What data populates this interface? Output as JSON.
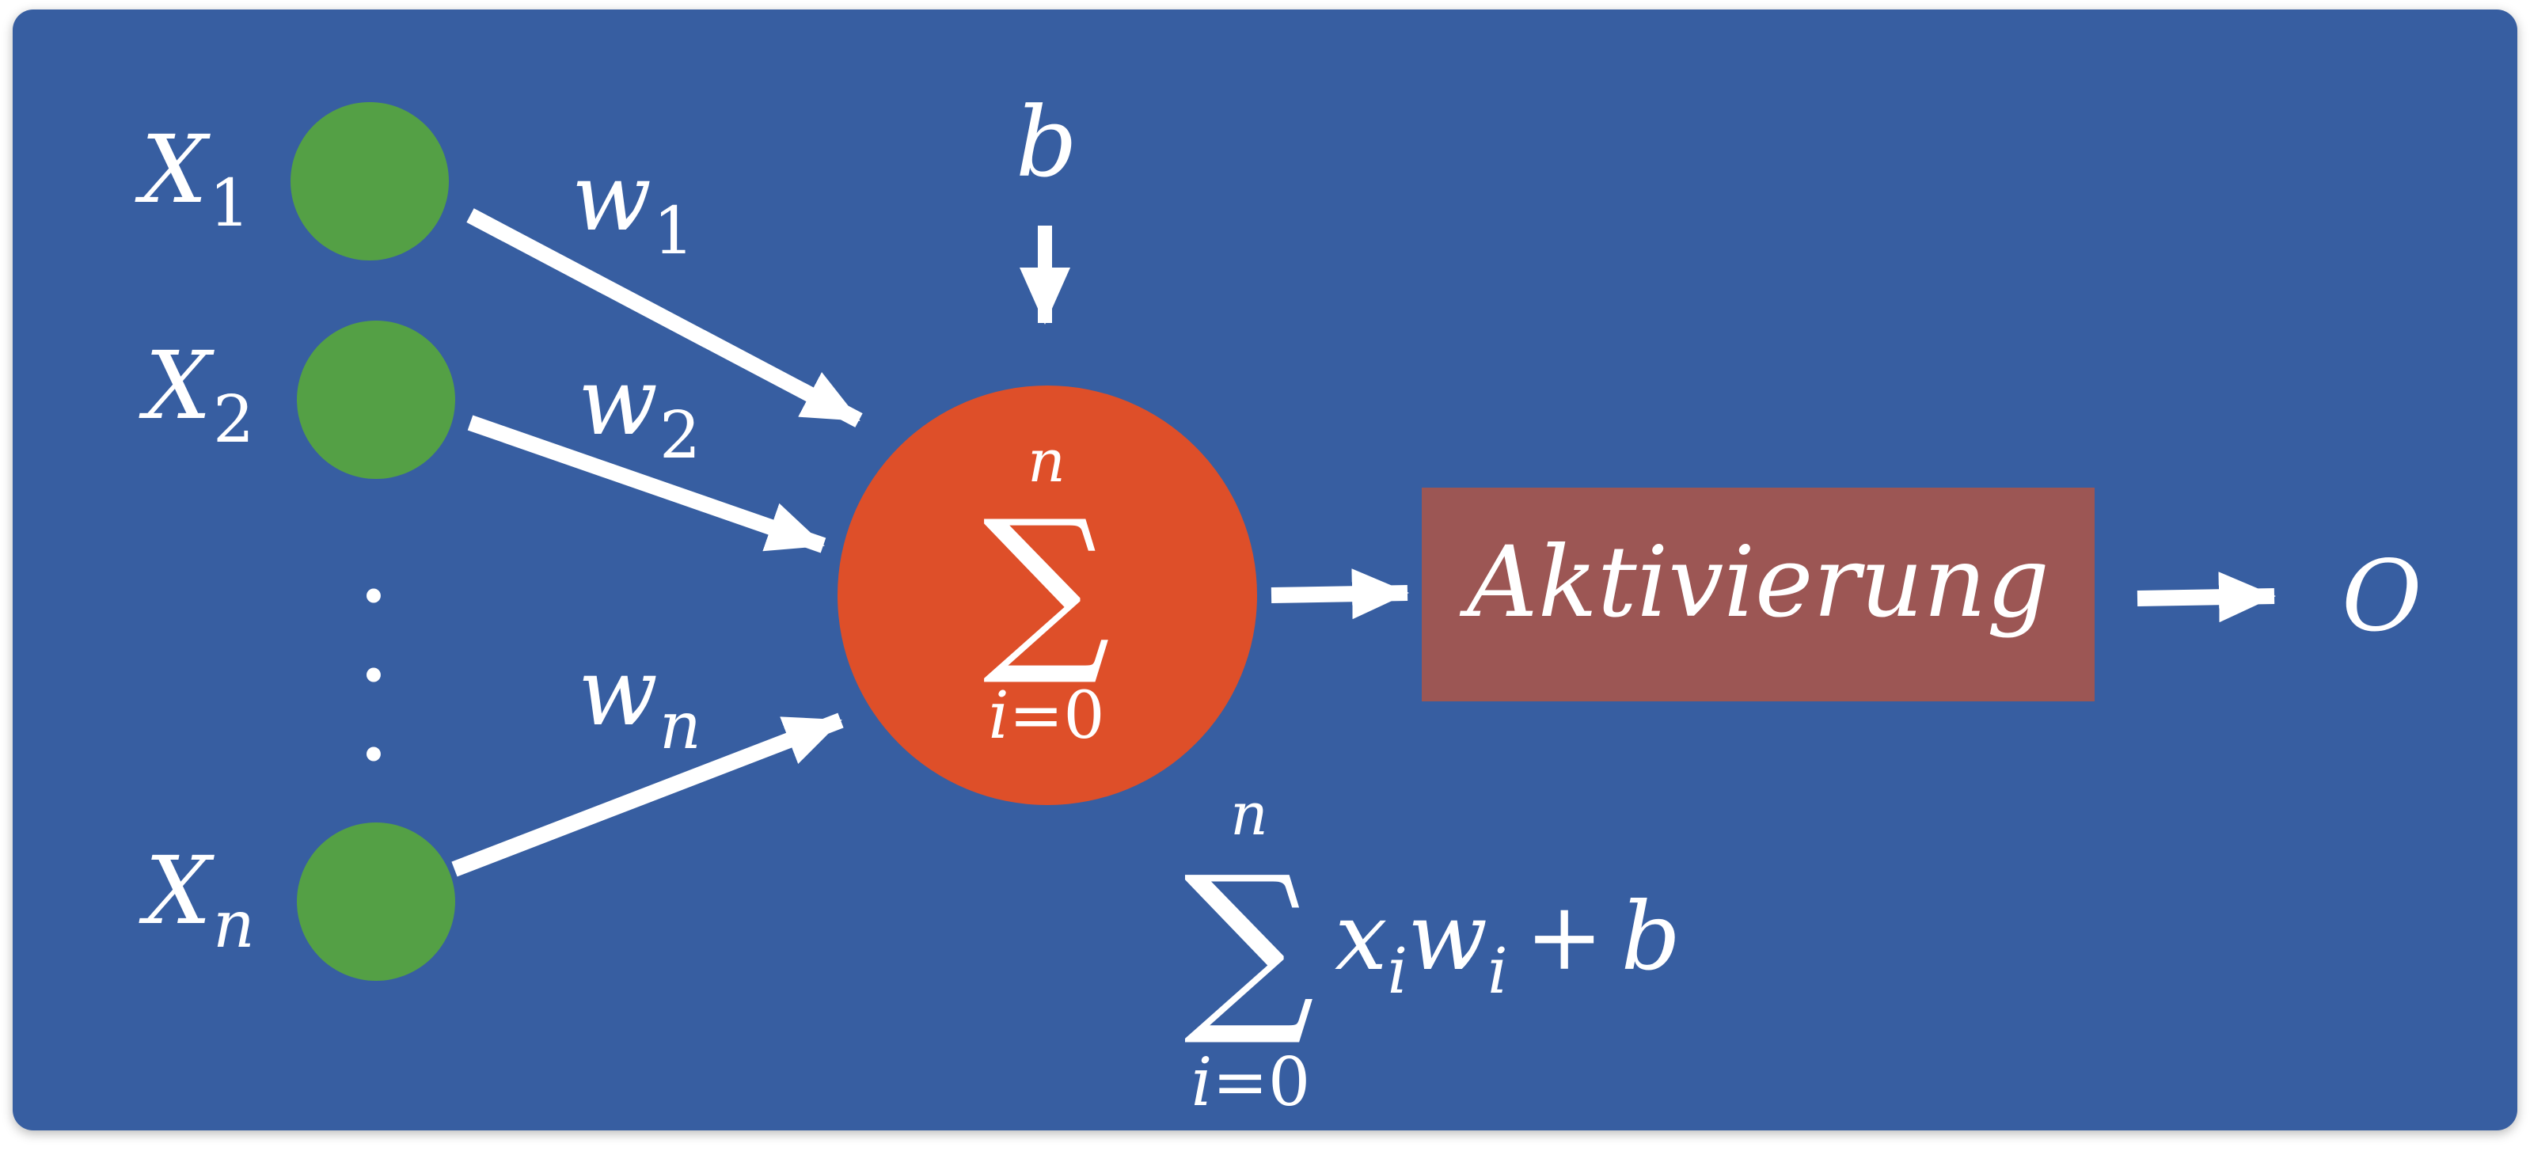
{
  "colors": {
    "background": "#375ea1",
    "input_node": "#54a045",
    "sum_node": "#de4f29",
    "activation_box": "#9c5654",
    "foreground": "#ffffff"
  },
  "inputs": [
    {
      "base": "X",
      "sub": "1"
    },
    {
      "base": "X",
      "sub": "2"
    },
    {
      "base": "X",
      "sub": "n"
    }
  ],
  "ellipsis": ".",
  "weights": [
    {
      "base": "w",
      "sub": "1"
    },
    {
      "base": "w",
      "sub": "2"
    },
    {
      "base": "w",
      "sub": "n"
    }
  ],
  "bias": "b",
  "sum_node": {
    "symbol": "∑",
    "upper": "n",
    "lower_var": "i",
    "lower_rest": "=0"
  },
  "activation": {
    "label": "Aktivierung"
  },
  "output": "O",
  "formula": {
    "symbol": "∑",
    "upper": "n",
    "lower_var": "i",
    "lower_rest": "=0",
    "x": "x",
    "x_sub": "i",
    "w": "w",
    "w_sub": "i",
    "plus": "+",
    "bias": "b"
  }
}
